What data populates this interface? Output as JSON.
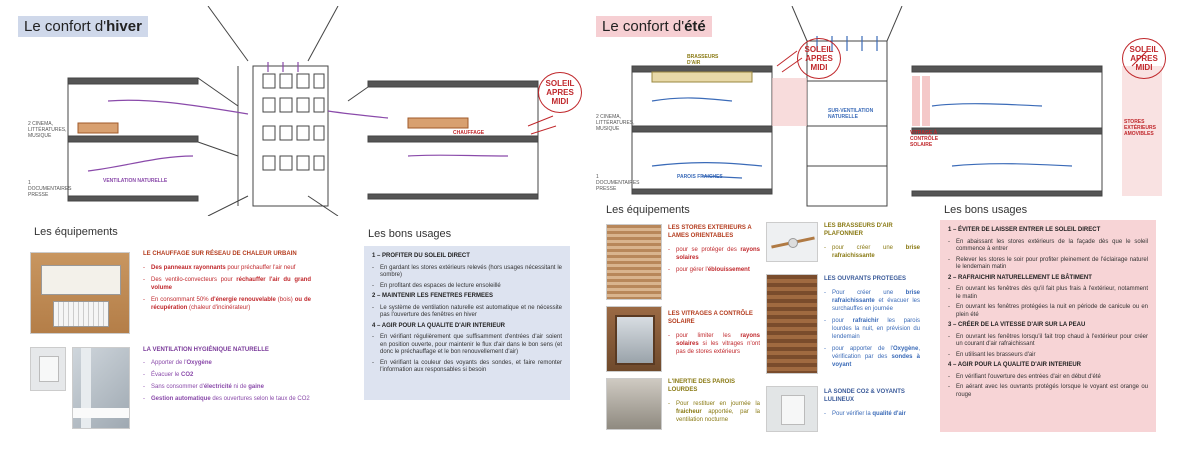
{
  "winter": {
    "title_prefix": "Le confort d'",
    "title_bold": "hiver",
    "diagram": {
      "floor2_label": "2 CINEMA, LITTÉRATURES, MUSIQUE",
      "floor1_label": "1 DOCUMENTAIRES PRESSE",
      "ventilation_tag": "VENTILATION NATURELLE",
      "heating_tag": "CHAUFFAGE",
      "sun_label": "SOLEIL APRES MIDI"
    },
    "equipment_heading": "Les équipements",
    "heating_block": {
      "heading": "LE CHAUFFAGE SUR RÉSEAU DE CHALEUR URBAIN",
      "b1_pre": "Des panneaux rayonnants",
      "b1_post": " pour préchauffer l'air neuf",
      "b2_pre": "Des ventilo-convecteurs pour ",
      "b2_strong": "réchauffer l'air du grand volume",
      "b3_pre": "En consommant 50% ",
      "b3_strong1": "d'énergie renouvelable",
      "b3_mid": " (bois) ",
      "b3_strong2": "ou de récupération",
      "b3_post": " (chaleur d'incinérateur)"
    },
    "ventilation_block": {
      "heading": "LA VENTILATION HYGIÉNIQUE NATURELLE",
      "b1_pre": "Apporter de l'",
      "b1_strong": "Oxygène",
      "b2_pre": "Évacuer le ",
      "b2_strong": "CO2",
      "b3_pre": "Sans consommer d'",
      "b3_strong1": "électricité",
      "b3_mid": " ni de ",
      "b3_strong2": "gaine",
      "b4_strong": "Gestion automatique",
      "b4_post": " des ouvertures selon le taux de CO2"
    },
    "usages_heading": "Les bons usages",
    "usages": {
      "h1": "1 – PROFITER DU SOLEIL DIRECT",
      "h1_b1": "En gardant les stores extérieurs relevés (hors usages nécessitant le sombre)",
      "h1_b2": "En profitant des espaces de lecture ensoleillé",
      "h2": "2 – MAINTENIR LES FENETRES FERMEES",
      "h2_b1": "Le système de ventilation naturelle est automatique et ne nécessite pas l'ouverture des fenêtres en hiver",
      "h4": "4 – AGIR POUR LA QUALITE D'AIR INTERIEUR",
      "h4_b1": "En vérifiant régulièrement que suffisamment d'entrées d'air soient en position ouverte, pour maintenir le flux d'air dans le bon sens (et donc le préchauffage et le bon renouvellement d'air)",
      "h4_b2": "En vérifiant la couleur des voyants des sondes, et faire remonter l'information aux responsables si besoin"
    }
  },
  "summer": {
    "title_prefix": "Le confort d'",
    "title_bold": "été",
    "diagram": {
      "brasseurs_tag": "BRASSEURS D'AIR",
      "sun_label_1": "SOLEIL APRES MIDI",
      "sun_label_2": "SOLEIL APRES MIDI",
      "floor2_label": "2 CINEMA, LITTÉRATURES, MUSIQUE",
      "floor1_label": "1 DOCUMENTAIRES PRESSE",
      "surventilation_tag": "SUR-VENTILATION NATURELLE",
      "vitrage_tag": "VITRAGE À CONTRÔLE SOLAIRE",
      "stores_tag": "STORES EXTÉRIEURS AMOVIBLES",
      "parois_tag": "PAROIS FRAICHES"
    },
    "equipment_heading": "Les équipements",
    "stores_block": {
      "heading": "LES STORES EXTERIEURS A LAMES ORIENTABLES",
      "b1_pre": "pour se protéger des ",
      "b1_strong": "rayons solaires",
      "b2_pre": "pour gérer l'",
      "b2_strong": "éblouissement"
    },
    "vitrages_block": {
      "heading": "LES VITRAGES A CONTRÔLE SOLAIRE",
      "b1_pre": "pour limiter les ",
      "b1_strong": "rayons solaires",
      "b1_post": " si les vitrages n'ont pas de stores extérieurs"
    },
    "inertie_block": {
      "heading": "L'INERTIE DES PAROIS LOURDES",
      "b1_pre": "Pour restituer en journée la ",
      "b1_strong": "fraicheur",
      "b1_post": " apportée, par la ventilation nocturne"
    },
    "brasseurs_block": {
      "heading": "LES BRASSEURS D'AIR PLAFONNIER",
      "b1_pre": "pour créer une ",
      "b1_strong": "brise rafraichissante"
    },
    "ouvrants_block": {
      "heading": "LES OUVRANTS PROTEGES",
      "b1_pre": "Pour créer une ",
      "b1_strong": "brise rafraichissante",
      "b1_post": " et évacuer les surchauffes en journée",
      "b2_pre": "pour ",
      "b2_strong": "rafraichir",
      "b2_post": " les parois lourdes la nuit, en prévision du lendemain",
      "b3_pre": "pour apporter de l'",
      "b3_strong1": "Oxygène",
      "b3_mid": ", vérification par des ",
      "b3_strong2": "sondes à voyant"
    },
    "sonde_block": {
      "heading": "LA SONDE CO2 & VOYANTS LULINEUX",
      "b1_pre": "Pour vérifier la ",
      "b1_strong": "qualité d'air"
    },
    "usages_heading": "Les bons usages",
    "usages": {
      "h1": "1 – ÉVITER DE LAISSER ENTRER LE SOLEIL DIRECT",
      "h1_b1": "En abaissant les stores extérieurs de la façade dès que le soleil commence à entrer",
      "h1_b2": "Relever les stores le soir pour profiter pleinement de l'éclairage naturel le lendemain matin",
      "h2": "2 – RAFRAICHIR NATURELLEMENT LE BÂTIMENT",
      "h2_b1": "En ouvrant les fenêtres dès qu'il fait plus frais à l'extérieur, notamment le matin",
      "h2_b2": "En ouvrant les fenêtres protégées la nuit en période de canicule ou en plein été",
      "h3": "3 – CRÉER DE LA VITESSE D'AIR SUR LA PEAU",
      "h3_b1": "En ouvrant les fenêtres lorsqu'il fait trop chaud à l'extérieur pour créer un courant d'air rafraichissant",
      "h3_b2": "En utilisant les brasseurs d'air",
      "h4": "4 – AGIR POUR LA QUALITE D'AIR INTERIEUR",
      "h4_b1": "En vérifiant l'ouverture des entrées d'air en début d'été",
      "h4_b2": "En aérant avec les ouvrants protégés lorsque le voyant est orange ou rouge"
    }
  },
  "colors": {
    "winter_accent": "#cfd8ea",
    "summer_accent": "#f6cfd3",
    "heading_red": "#b43c1e",
    "ventilation_purple": "#8a4aaa",
    "summer_blue": "#3b6bb8",
    "sun_red": "#c0282c"
  }
}
